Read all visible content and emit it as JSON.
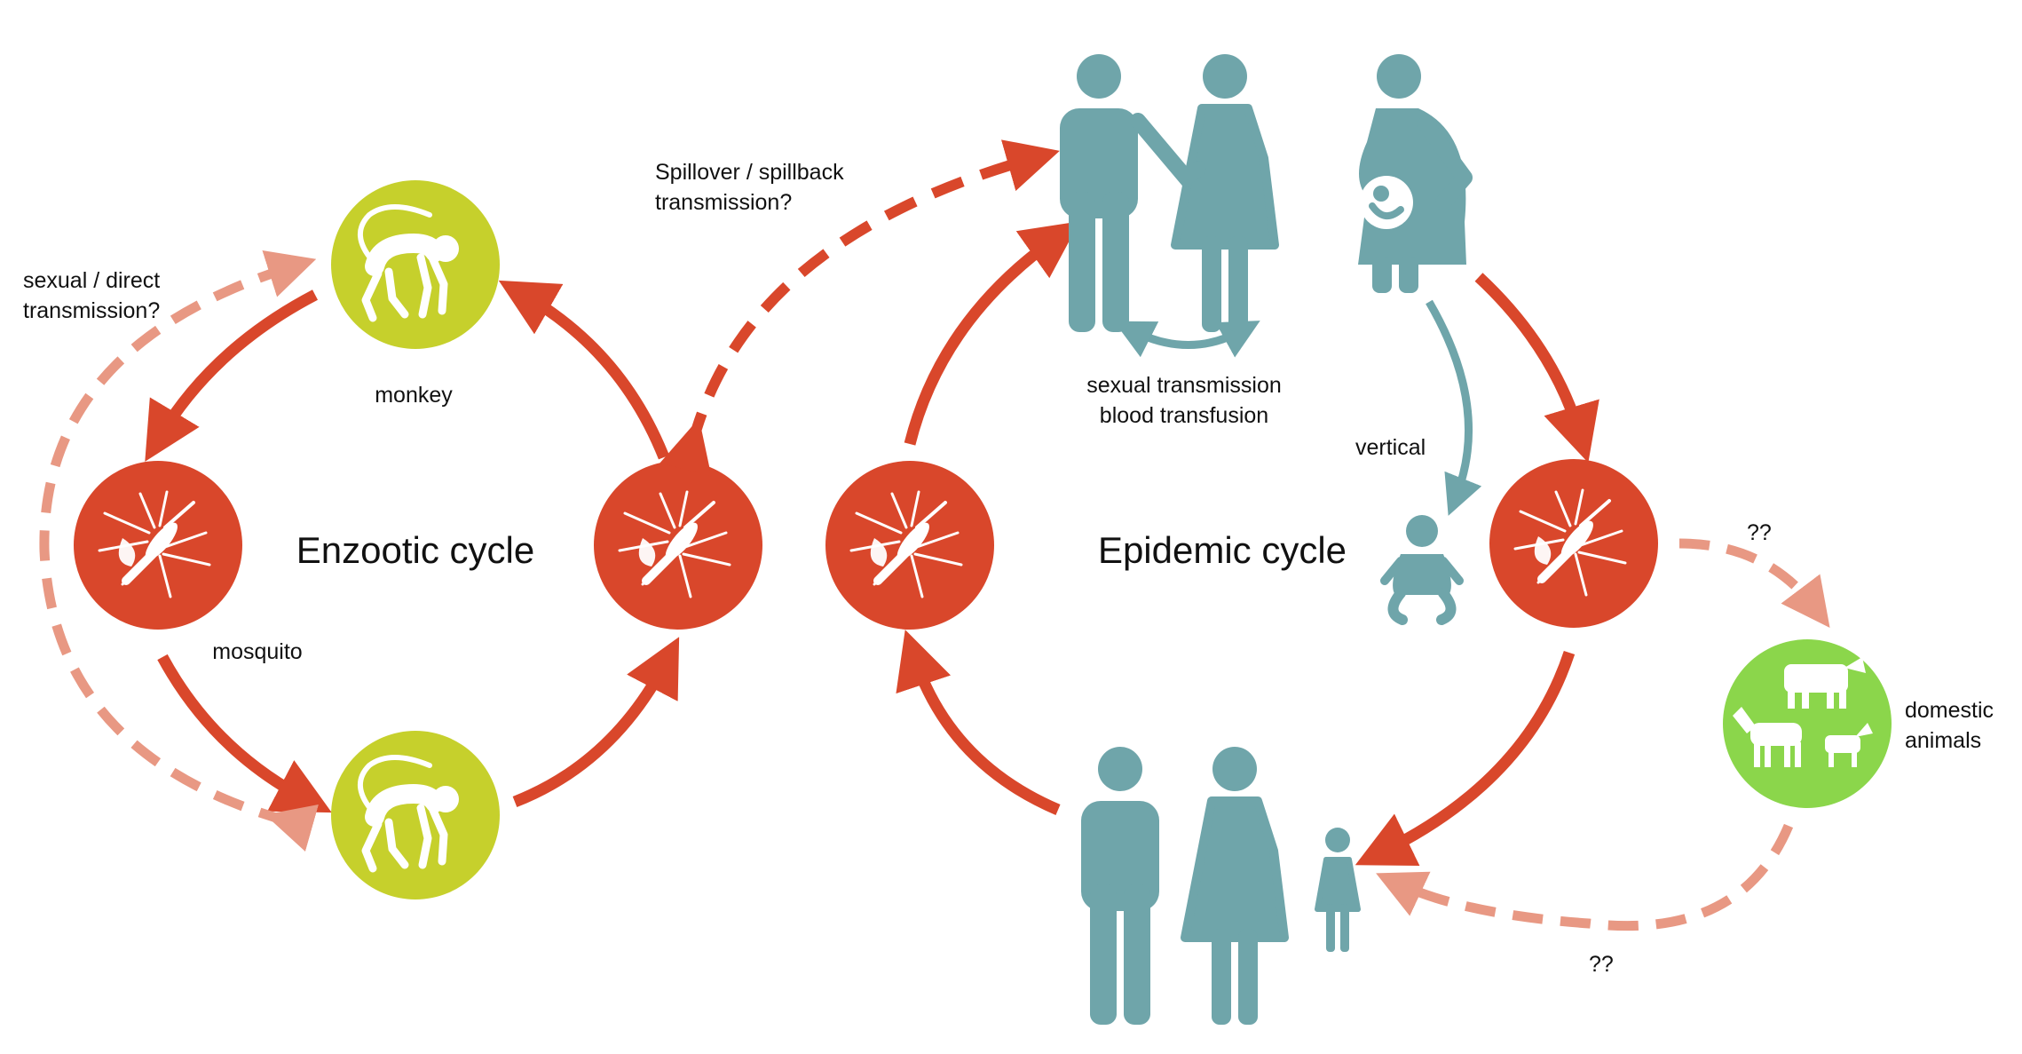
{
  "colors": {
    "mosquito_circle": "#d9472b",
    "monkey_circle": "#c6d02c",
    "domestic_circle": "#8bd64b",
    "human_figure": "#6fa5aa",
    "arrow_solid": "#d9472b",
    "arrow_dashed_light": "#e89883"
  },
  "labels": {
    "enzootic_cycle": "Enzootic cycle",
    "epidemic_cycle": "Epidemic cycle",
    "monkey": "monkey",
    "mosquito": "mosquito",
    "sexual_direct_line1": "sexual / direct",
    "sexual_direct_line2": "transmission?",
    "spillover_line1": "Spillover / spillback",
    "spillover_line2": "transmission?",
    "sexual_transmission": "sexual transmission",
    "blood_transfusion": "blood transfusion",
    "vertical": "vertical",
    "unknown_top": "??",
    "unknown_bottom": "??",
    "domestic_line1": "domestic",
    "domestic_line2": "animals"
  },
  "icons": {
    "mosquito": "mosquito-icon",
    "monkey": "monkey-icon",
    "man": "man-icon",
    "woman": "woman-icon",
    "pregnant_woman": "pregnant-woman-icon",
    "baby": "baby-icon",
    "child": "child-icon",
    "cow": "cow-icon",
    "horse": "horse-icon",
    "goat": "goat-icon"
  }
}
